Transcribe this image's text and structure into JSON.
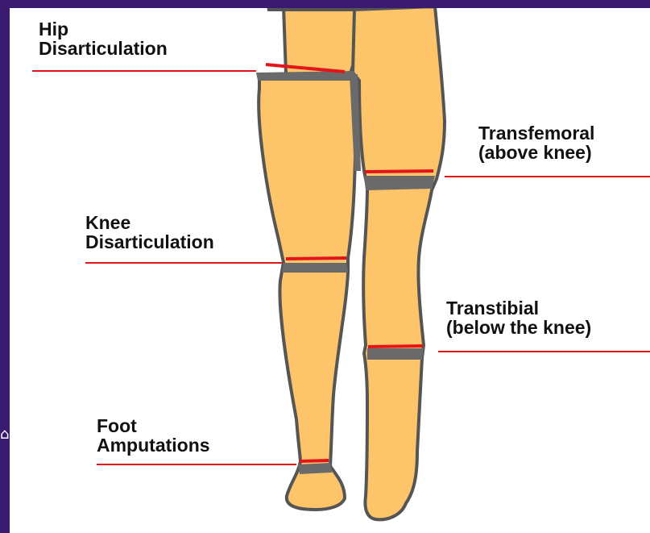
{
  "diagram": {
    "labels": {
      "hip": {
        "line1": "Hip",
        "line2": "Disarticulation"
      },
      "knee": {
        "line1": "Knee",
        "line2": "Disarticulation"
      },
      "foot": {
        "line1": "Foot",
        "line2": "Amputations"
      },
      "transfemoral": {
        "line1": "Transfemoral",
        "line2": "(above knee)"
      },
      "transtibial": {
        "line1": "Transtibial",
        "line2": "(below the knee)"
      }
    }
  },
  "colors": {
    "frame": "#3a1a6e",
    "skin": "#fdc46a",
    "outline": "#555555",
    "cut_line": "#e3151a",
    "text": "#111111"
  }
}
